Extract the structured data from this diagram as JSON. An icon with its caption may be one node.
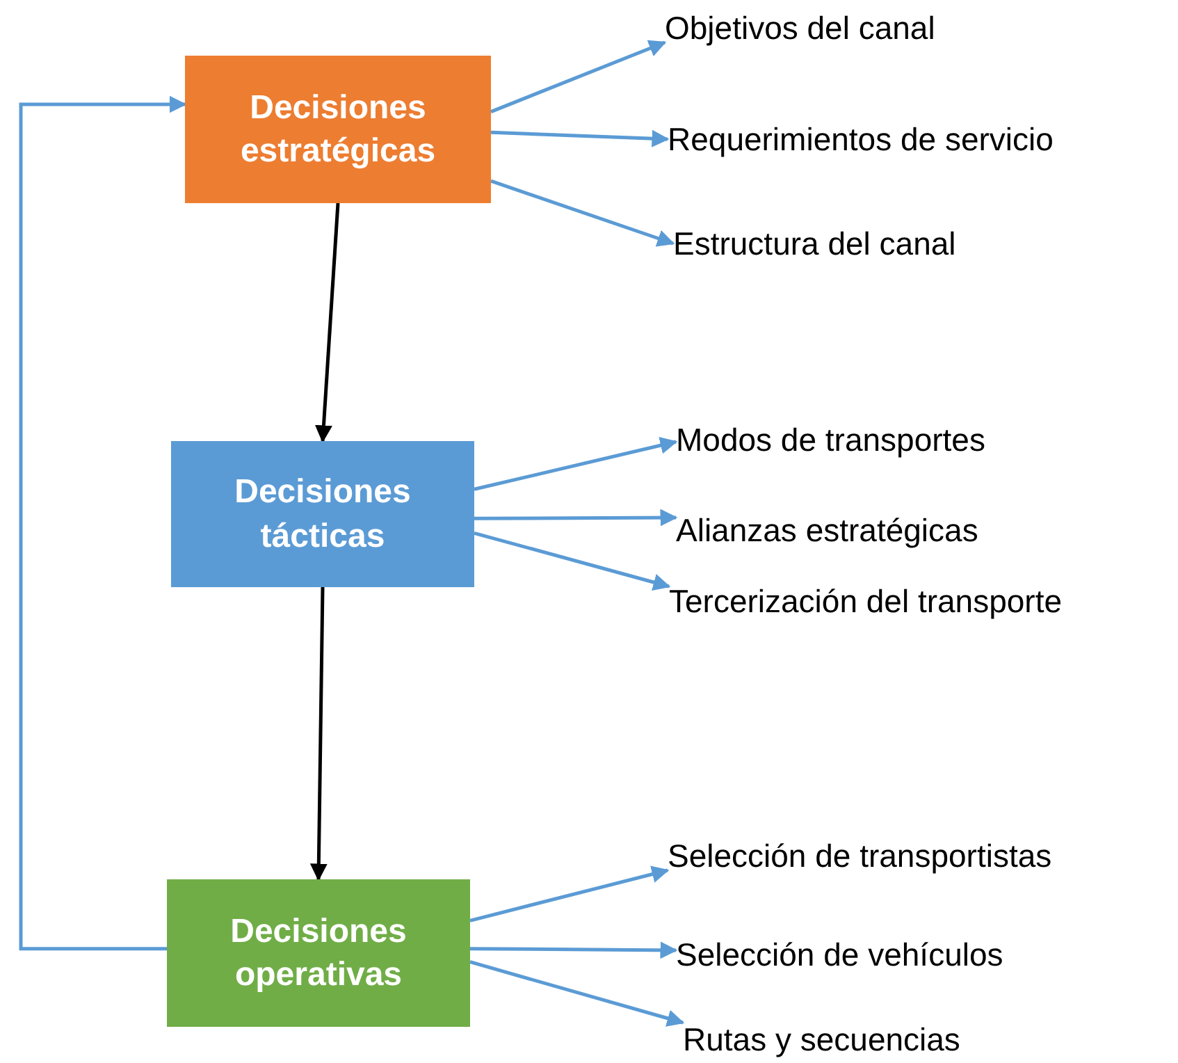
{
  "diagram": {
    "nodes": [
      {
        "text": [
          "Decisiones estratégicas"
        ]
      },
      {
        "text": [
          "Decisiones tácticas"
        ]
      },
      {
        "text": [
          "Decisiones operativas"
        ]
      },
      {
        "text": [
          "Objetivos del canal"
        ]
      },
      {
        "text": [
          "Requerimientos de servicio"
        ]
      },
      {
        "text": [
          "Estructura del canal"
        ]
      },
      {
        "text": [
          "Modos de transportes"
        ]
      },
      {
        "text": [
          "Alianzas estratégicas"
        ]
      },
      {
        "text": [
          "Tercerización del transporte"
        ]
      },
      {
        "text": [
          "Selección de transportistas"
        ]
      },
      {
        "text": [
          "Selección de vehículos"
        ]
      },
      {
        "text": [
          "Rutas y secuencias"
        ]
      }
    ],
    "edges": [
      {
        "from": 0,
        "to": 1,
        "arrow": "to",
        "color": "#000000"
      },
      {
        "from": 1,
        "to": 2,
        "arrow": "to",
        "color": "#000000"
      },
      {
        "from": 2,
        "to": 0,
        "arrow": "to"
      },
      {
        "from": 0,
        "to": 3,
        "arrow": "to"
      },
      {
        "from": 0,
        "to": 4,
        "arrow": "to"
      },
      {
        "from": 0,
        "to": 5,
        "arrow": "to"
      },
      {
        "from": 1,
        "to": 6,
        "arrow": "to"
      },
      {
        "from": 1,
        "to": 7,
        "arrow": "to"
      },
      {
        "from": 1,
        "to": 8,
        "arrow": "to"
      },
      {
        "from": 2,
        "to": 9,
        "arrow": "to"
      },
      {
        "from": 2,
        "to": 10,
        "arrow": "to"
      },
      {
        "from": 2,
        "to": 11,
        "arrow": "to"
      }
    ]
  }
}
